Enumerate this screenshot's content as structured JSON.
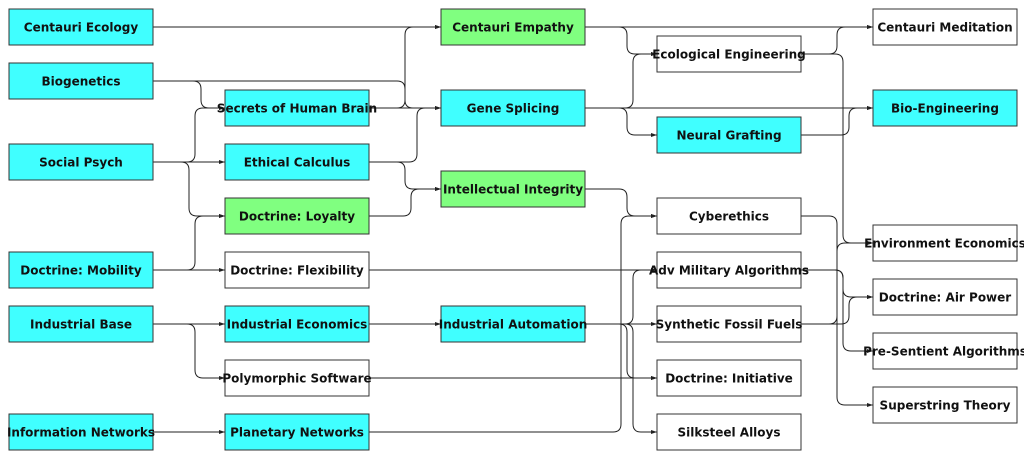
{
  "colors": {
    "cyan": "#40ffff",
    "green": "#80ff80",
    "white": "#ffffff",
    "edge": "#222222"
  },
  "nodes": [
    {
      "id": "Centauri Ecology",
      "col": 0,
      "row": 0,
      "color": "cyan"
    },
    {
      "id": "Biogenetics",
      "col": 0,
      "row": 2,
      "color": "cyan"
    },
    {
      "id": "Social Psych",
      "col": 0,
      "row": 5,
      "color": "cyan"
    },
    {
      "id": "Doctrine: Mobility",
      "col": 0,
      "row": 9,
      "color": "cyan"
    },
    {
      "id": "Industrial Base",
      "col": 0,
      "row": 11,
      "color": "cyan"
    },
    {
      "id": "Information Networks",
      "col": 0,
      "row": 15,
      "color": "cyan"
    },
    {
      "id": "Secrets of Human Brain",
      "col": 1,
      "row": 3,
      "color": "cyan"
    },
    {
      "id": "Ethical Calculus",
      "col": 1,
      "row": 5,
      "color": "cyan"
    },
    {
      "id": "Doctrine: Loyalty",
      "col": 1,
      "row": 7,
      "color": "green"
    },
    {
      "id": "Doctrine: Flexibility",
      "col": 1,
      "row": 9,
      "color": "white"
    },
    {
      "id": "Industrial Economics",
      "col": 1,
      "row": 11,
      "color": "cyan"
    },
    {
      "id": "Polymorphic Software",
      "col": 1,
      "row": 13,
      "color": "white"
    },
    {
      "id": "Planetary Networks",
      "col": 1,
      "row": 15,
      "color": "cyan"
    },
    {
      "id": "Centauri Empathy",
      "col": 2,
      "row": 0,
      "color": "green"
    },
    {
      "id": "Gene Splicing",
      "col": 2,
      "row": 3,
      "color": "cyan"
    },
    {
      "id": "Intellectual Integrity",
      "col": 2,
      "row": 6,
      "color": "green"
    },
    {
      "id": "Industrial Automation",
      "col": 2,
      "row": 11,
      "color": "cyan"
    },
    {
      "id": "Ecological Engineering",
      "col": 3,
      "row": 1,
      "color": "white"
    },
    {
      "id": "Neural Grafting",
      "col": 3,
      "row": 4,
      "color": "cyan"
    },
    {
      "id": "Cyberethics",
      "col": 3,
      "row": 7,
      "color": "white"
    },
    {
      "id": "Adv Military Algorithms",
      "col": 3,
      "row": 9,
      "color": "white"
    },
    {
      "id": "Synthetic Fossil Fuels",
      "col": 3,
      "row": 11,
      "color": "white"
    },
    {
      "id": "Doctrine: Initiative",
      "col": 3,
      "row": 13,
      "color": "white"
    },
    {
      "id": "Silksteel Alloys",
      "col": 3,
      "row": 15,
      "color": "white"
    },
    {
      "id": "Centauri Meditation",
      "col": 4,
      "row": 0,
      "color": "white"
    },
    {
      "id": "Bio-Engineering",
      "col": 4,
      "row": 3,
      "color": "cyan"
    },
    {
      "id": "Environment Economics",
      "col": 4,
      "row": 8,
      "color": "white"
    },
    {
      "id": "Doctrine: Air Power",
      "col": 4,
      "row": 10,
      "color": "white"
    },
    {
      "id": "Pre-Sentient Algorithms",
      "col": 4,
      "row": 12,
      "color": "white"
    },
    {
      "id": "Superstring Theory",
      "col": 4,
      "row": 14,
      "color": "white"
    }
  ],
  "edges": [
    [
      "Centauri Ecology",
      "Centauri Empathy"
    ],
    [
      "Centauri Ecology",
      "Ecological Engineering"
    ],
    [
      "Biogenetics",
      "Secrets of Human Brain"
    ],
    [
      "Biogenetics",
      "Gene Splicing"
    ],
    [
      "Social Psych",
      "Secrets of Human Brain"
    ],
    [
      "Social Psych",
      "Ethical Calculus"
    ],
    [
      "Social Psych",
      "Doctrine: Loyalty"
    ],
    [
      "Doctrine: Mobility",
      "Doctrine: Loyalty"
    ],
    [
      "Doctrine: Mobility",
      "Doctrine: Flexibility"
    ],
    [
      "Industrial Base",
      "Industrial Economics"
    ],
    [
      "Industrial Base",
      "Polymorphic Software"
    ],
    [
      "Information Networks",
      "Planetary Networks"
    ],
    [
      "Secrets of Human Brain",
      "Centauri Empathy"
    ],
    [
      "Secrets of Human Brain",
      "Neural Grafting"
    ],
    [
      "Ethical Calculus",
      "Gene Splicing"
    ],
    [
      "Ethical Calculus",
      "Intellectual Integrity"
    ],
    [
      "Doctrine: Loyalty",
      "Intellectual Integrity"
    ],
    [
      "Industrial Economics",
      "Industrial Automation"
    ],
    [
      "Industrial Economics",
      "Environment Economics"
    ],
    [
      "Doctrine: Flexibility",
      "Doctrine: Air Power"
    ],
    [
      "Polymorphic Software",
      "Doctrine: Initiative"
    ],
    [
      "Planetary Networks",
      "Cyberethics"
    ],
    [
      "Centauri Empathy",
      "Centauri Meditation"
    ],
    [
      "Gene Splicing",
      "Ecological Engineering"
    ],
    [
      "Gene Splicing",
      "Bio-Engineering"
    ],
    [
      "Intellectual Integrity",
      "Cyberethics"
    ],
    [
      "Industrial Automation",
      "Adv Military Algorithms"
    ],
    [
      "Industrial Automation",
      "Synthetic Fossil Fuels"
    ],
    [
      "Industrial Automation",
      "Doctrine: Initiative"
    ],
    [
      "Industrial Automation",
      "Silksteel Alloys"
    ],
    [
      "Ecological Engineering",
      "Centauri Meditation"
    ],
    [
      "Ecological Engineering",
      "Environment Economics"
    ],
    [
      "Neural Grafting",
      "Bio-Engineering"
    ],
    [
      "Cyberethics",
      "Superstring Theory"
    ],
    [
      "Adv Military Algorithms",
      "Pre-Sentient Algorithms"
    ],
    [
      "Synthetic Fossil Fuels",
      "Doctrine: Air Power"
    ]
  ]
}
